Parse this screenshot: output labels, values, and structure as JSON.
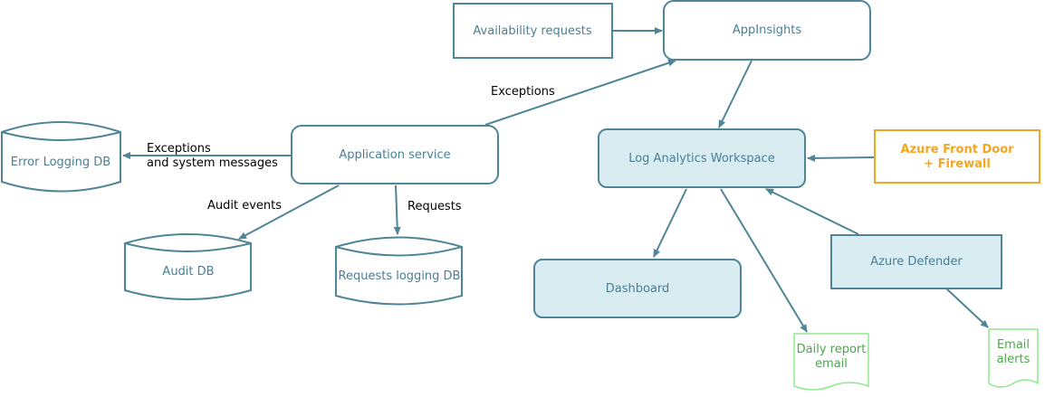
{
  "nodes": {
    "availability": {
      "label": "Availability requests"
    },
    "appinsights": {
      "label": "AppInsights"
    },
    "app_service": {
      "label": "Application service"
    },
    "error_db": {
      "label": "Error Logging DB"
    },
    "audit_db": {
      "label": "Audit DB"
    },
    "requests_db": {
      "label": "Requests logging DB"
    },
    "law": {
      "label": "Log Analytics Workspace"
    },
    "frontdoor": {
      "line1": "Azure Front Door",
      "line2": "+ Firewall"
    },
    "dashboard": {
      "label": "Dashboard"
    },
    "defender": {
      "label": "Azure Defender"
    },
    "daily_report": {
      "line1": "Daily report",
      "line2": "email"
    },
    "email_alerts": {
      "line1": "Email",
      "line2": "alerts"
    }
  },
  "edges": {
    "exceptions_to_ai": "Exceptions",
    "exceptions_to_errdb_1": "Exceptions",
    "exceptions_to_errdb_2": "and system messages",
    "audit_events": "Audit events",
    "requests": "Requests"
  },
  "colors": {
    "stroke": "#4f8597",
    "node_text": "#4a7f93",
    "highlight_fill": "#d8ecf2",
    "frontdoor_accent": "#f2a623",
    "output_accent": "#8ee88e",
    "output_text": "#4aa84a"
  }
}
